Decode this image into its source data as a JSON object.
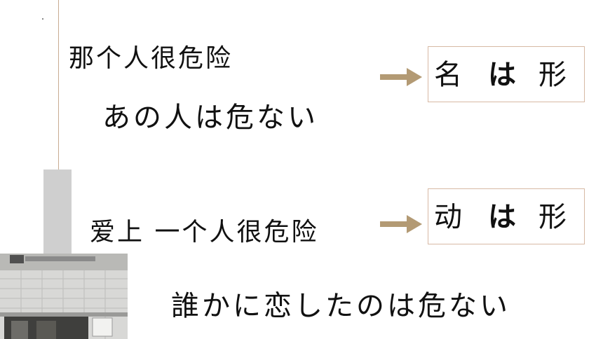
{
  "sentences": {
    "cn_1": "那个人很危险",
    "jp_1": "あの人は危ない",
    "cn_2": "爱上 一个人很危险",
    "jp_2": "誰かに恋したのは危ない"
  },
  "patterns": [
    {
      "w1": "名",
      "w2": "は",
      "w3": "形"
    },
    {
      "w1": "动",
      "w2": "は",
      "w3": "形"
    }
  ],
  "colors": {
    "arrow": "#b39a74",
    "box_border": "#d7b9a4",
    "accent_line": "#c9ac92",
    "gray_bar": "#cfcfcf"
  },
  "icons": {
    "arrow": "arrow-right-icon"
  }
}
